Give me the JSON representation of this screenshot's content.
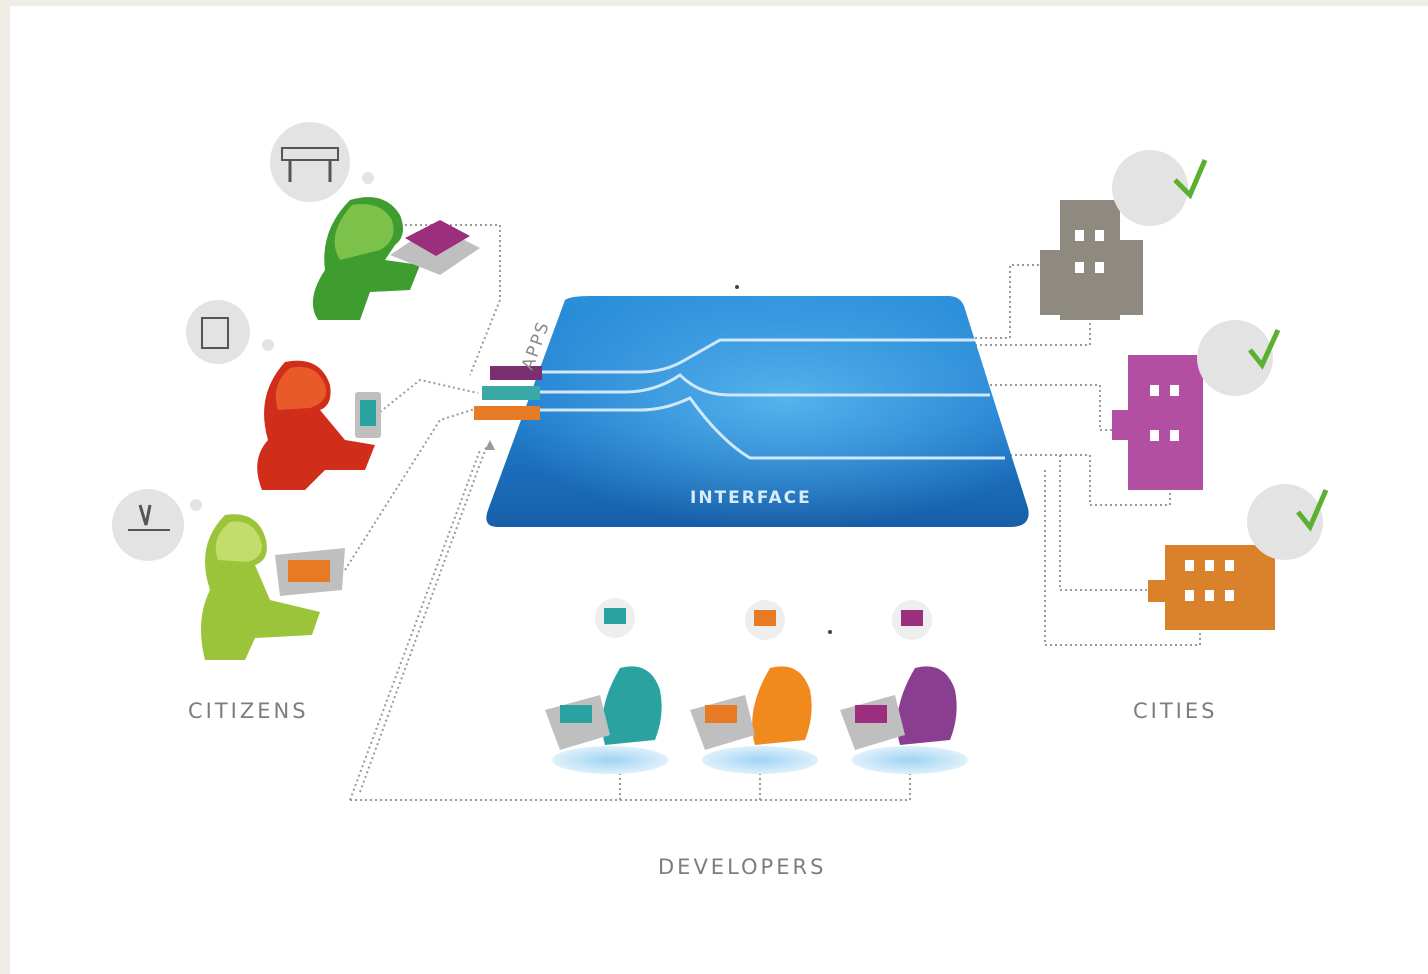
{
  "labels": {
    "interface": "INTERFACE",
    "apps": "APPS",
    "citizens": "CITIZENS",
    "developers": "DEVELOPERS",
    "cities": "CITIES"
  },
  "colors": {
    "interface_blue": "#1a72c2",
    "citizen_green": "#3f9c2f",
    "citizen_red": "#d12d1b",
    "citizen_lime": "#9cc43a",
    "dev_teal": "#2aa3a0",
    "dev_orange": "#f08a1c",
    "dev_purple": "#8a3e8f",
    "city_gray": "#8f8a80",
    "city_pink": "#b24fa3",
    "city_orange": "#d9822b",
    "check_green": "#5bb030"
  },
  "icons": [
    "citizen-green-icon",
    "citizen-red-icon",
    "citizen-lime-icon",
    "developer-teal-icon",
    "developer-orange-icon",
    "developer-purple-icon",
    "building-gray-icon",
    "building-pink-icon",
    "building-orange-icon",
    "checkmark-icon",
    "thought-bubble-icon",
    "laptop-icon",
    "phone-icon",
    "lightbulb-icon"
  ]
}
